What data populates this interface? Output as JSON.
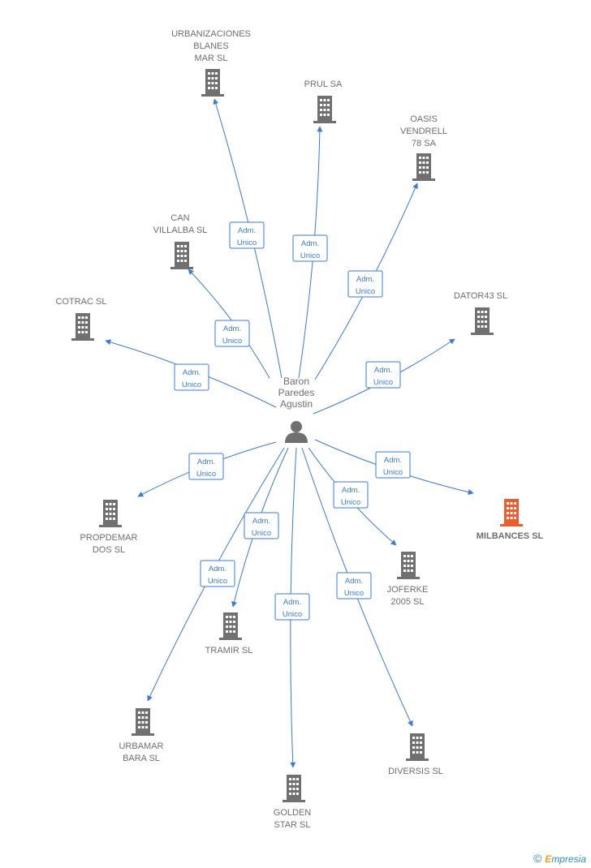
{
  "center": {
    "name_lines": [
      "Baron",
      "Paredes",
      "Agustin"
    ]
  },
  "edge_label_lines": [
    "Adm.",
    "Unico"
  ],
  "colors": {
    "edge": "#3a7bd5",
    "icon": "#707070",
    "highlight": "#ee5b2c"
  },
  "companies": [
    {
      "id": "urbanizaciones",
      "lines": [
        "URBANIZACIONES",
        "BLANES",
        "MAR SL"
      ]
    },
    {
      "id": "prul",
      "lines": [
        "PRUL SA"
      ]
    },
    {
      "id": "oasis",
      "lines": [
        "OASIS",
        "VENDRELL",
        "78 SA"
      ]
    },
    {
      "id": "can-villalba",
      "lines": [
        "CAN",
        "VILLALBA SL"
      ]
    },
    {
      "id": "cotrac",
      "lines": [
        "COTRAC SL"
      ]
    },
    {
      "id": "dator43",
      "lines": [
        "DATOR43 SL"
      ]
    },
    {
      "id": "milbances",
      "lines": [
        "MILBANCES SL"
      ],
      "highlight": true
    },
    {
      "id": "propdemar",
      "lines": [
        "PROPDEMAR",
        "DOS SL"
      ]
    },
    {
      "id": "joferke",
      "lines": [
        "JOFERKE",
        "2005 SL"
      ]
    },
    {
      "id": "tramir",
      "lines": [
        "TRAMIR SL"
      ]
    },
    {
      "id": "urbamar",
      "lines": [
        "URBAMAR",
        "BARA SL"
      ]
    },
    {
      "id": "diversis",
      "lines": [
        "DIVERSIS SL"
      ]
    },
    {
      "id": "golden-star",
      "lines": [
        "GOLDEN",
        "STAR SL"
      ]
    }
  ],
  "footer": {
    "copyright": "©",
    "brand_first": "E",
    "brand_rest": "mpresia"
  }
}
